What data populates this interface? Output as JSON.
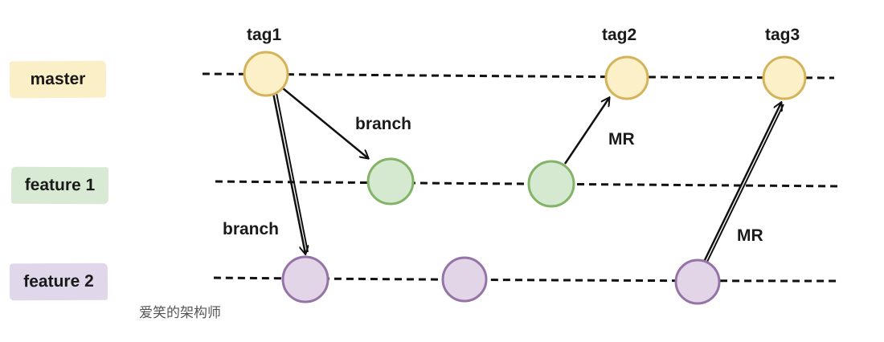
{
  "lanes": {
    "master": "master",
    "feature1": "feature 1",
    "feature2": "feature 2"
  },
  "tags": [
    "tag1",
    "tag2",
    "tag3"
  ],
  "edge_labels": {
    "branch_top": "branch",
    "branch_bottom": "branch",
    "mr_top": "MR",
    "mr_bottom": "MR"
  },
  "watermark": "爱笑的架构师",
  "colors": {
    "master_fill": "#fbf0c8",
    "master_stroke": "#d4b35a",
    "feature1_fill": "#d5e8d0",
    "feature1_stroke": "#82b366",
    "feature2_fill": "#e1d5e7",
    "feature2_stroke": "#9673a6",
    "master_label_bg": "#faefc6",
    "feature1_label_bg": "#d9ead4",
    "feature2_label_bg": "#e1d7ea"
  }
}
